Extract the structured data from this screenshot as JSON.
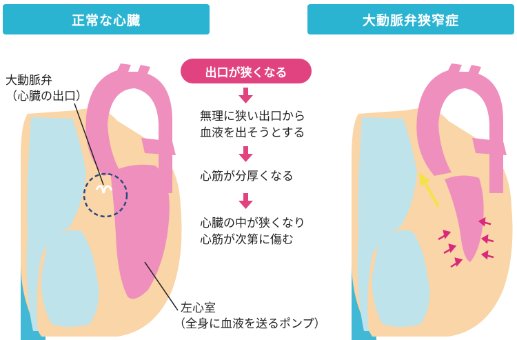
{
  "titles": {
    "left": "正常な心臓",
    "right": "大動脈弁狭窄症"
  },
  "labels": {
    "valve_line1": "大動脈弁",
    "valve_line2": "（心臓の出口）",
    "ventricle_line1": "左心室",
    "ventricle_line2": "（全身に血液を送るポンプ）"
  },
  "flow": {
    "start": "出口が狭くなる",
    "steps": [
      [
        "無理に狭い出口から",
        "血液を出そうとする"
      ],
      [
        "心筋が分厚くなる"
      ],
      [
        "心臓の中が狭くなり",
        "心筋が次第に傷む"
      ]
    ]
  },
  "colors": {
    "title_bg": "#2ab4d2",
    "heart_muscle": "#f9d5a7",
    "right_side": "#bfe3ea",
    "left_side": "#ef8fbd",
    "vessel_blue": "#41b8d6",
    "accent_pink": "#e0437f",
    "valve_circle": "#2c4a80",
    "jet_yellow": "#f5e24a",
    "pressure_arrow": "#d9297a"
  }
}
